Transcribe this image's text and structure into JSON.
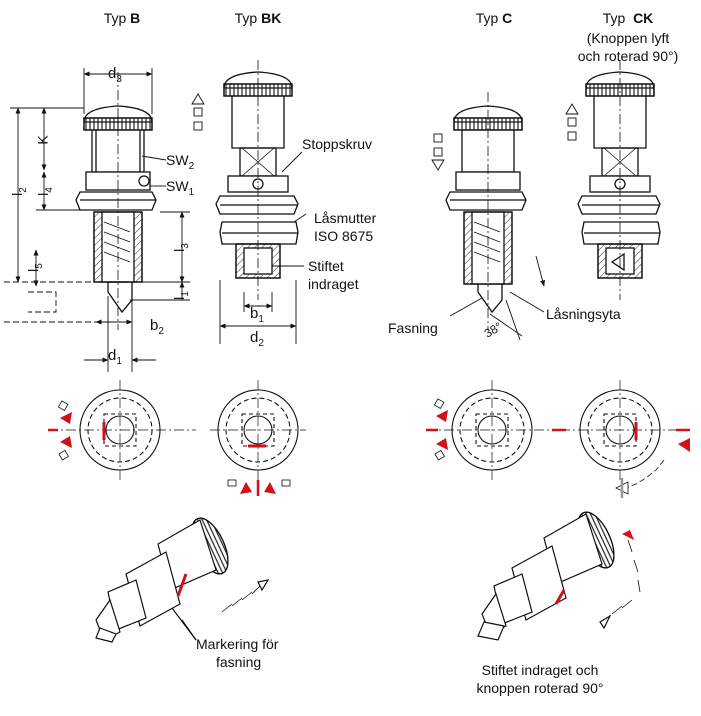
{
  "headers": {
    "b": {
      "prefix": "Typ",
      "code": "B"
    },
    "bk": {
      "prefix": "Typ",
      "code": "BK"
    },
    "c": {
      "prefix": "Typ",
      "code": "C"
    },
    "ck": {
      "prefix": "Typ",
      "code": "CK",
      "note_line1": "(Knoppen lyft",
      "note_line2": "och roterad 90°)"
    }
  },
  "dimensions": {
    "d3": "d",
    "d3_sub": "3",
    "k": "K",
    "l2": "l",
    "l2_sub": "2",
    "l4": "l",
    "l4_sub": "4",
    "l5": "l",
    "l5_sub": "5",
    "l3": "l",
    "l3_sub": "3",
    "l1": "l",
    "l1_sub": "1",
    "sw2": "SW",
    "sw2_sub": "2",
    "sw1": "SW",
    "sw1_sub": "1",
    "b2": "b",
    "b2_sub": "2",
    "d1": "d",
    "d1_sub": "1",
    "b1": "b",
    "b1_sub": "1",
    "d2": "d",
    "d2_sub": "2"
  },
  "callouts": {
    "stoppskruv": "Stoppskruv",
    "lasmutter_line1": "Låsmutter",
    "lasmutter_line2": "ISO 8675",
    "stiftet_line1": "Stiftet",
    "stiftet_line2": "indraget",
    "fasning": "Fasning",
    "lasningsyta": "Låsningsyta",
    "angle": "38°",
    "markering_line1": "Markering för",
    "markering_line2": "fasning",
    "stiftet_roterad_line1": "Stiftet indraget och",
    "stiftet_roterad_line2": "knoppen roterad 90°"
  },
  "colors": {
    "line": "#1a1a1a",
    "marker_red": "#d0101a",
    "hatch": "#333333"
  },
  "icons": [
    "direction-arrow-icon",
    "rotation-arrow-icon",
    "hex-nut-icon",
    "threaded-pin-icon"
  ]
}
